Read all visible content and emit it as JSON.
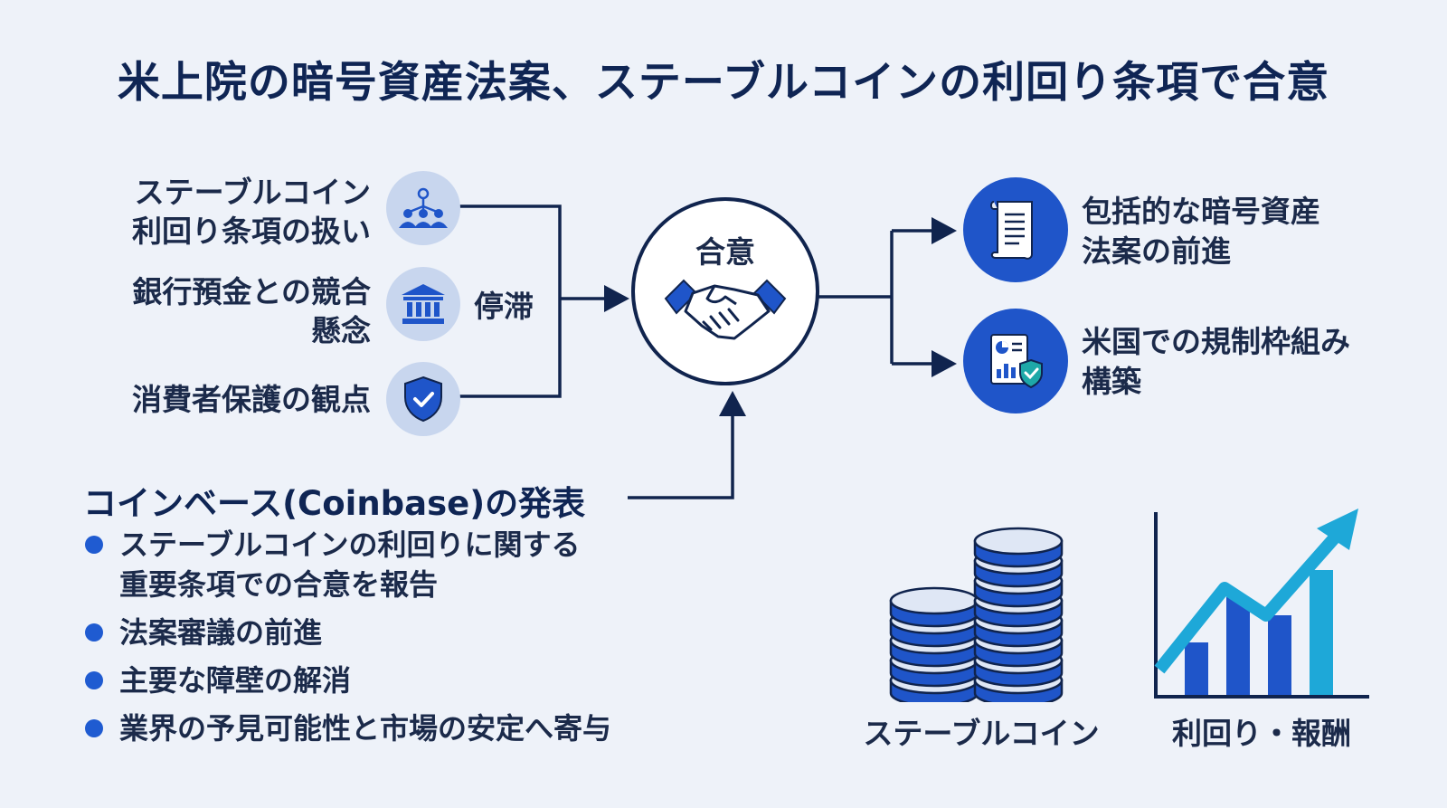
{
  "title": "米上院の暗号資産法案、ステーブルコインの利回り条項で合意",
  "issues": [
    {
      "label": "ステーブルコイン\n利回り条項の扱い",
      "icon": "people-network-icon"
    },
    {
      "label": "銀行預金との競合\n懸念",
      "icon": "bank-icon"
    },
    {
      "label": "消費者保護の観点",
      "icon": "shield-check-icon"
    }
  ],
  "stall_label": "停滞",
  "center_label": "合意",
  "center_icon": "handshake-icon",
  "results": [
    {
      "label": "包括的な暗号資産\n法案の前進",
      "icon": "document-scroll-icon"
    },
    {
      "label": "米国での規制枠組み\n構築",
      "icon": "report-shield-icon"
    }
  ],
  "coinbase": {
    "title": "コインベース(Coinbase)の発表",
    "bullets": [
      "ステーブルコインの利回りに関する\n重要条項での合意を報告",
      "法案審議の前進",
      "主要な障壁の解消",
      "業界の予見可能性と市場の安定へ寄与"
    ]
  },
  "illustrations": {
    "coins_caption": "ステーブルコイン",
    "coins_icon": "coin-stack-icon",
    "growth_caption": "利回り・報酬",
    "growth_icon": "growth-chart-icon"
  },
  "colors": {
    "navy": "#10244e",
    "blue": "#1f55c9",
    "light_icon_bg": "#c8d6ee",
    "cyan": "#1ea8d8"
  }
}
